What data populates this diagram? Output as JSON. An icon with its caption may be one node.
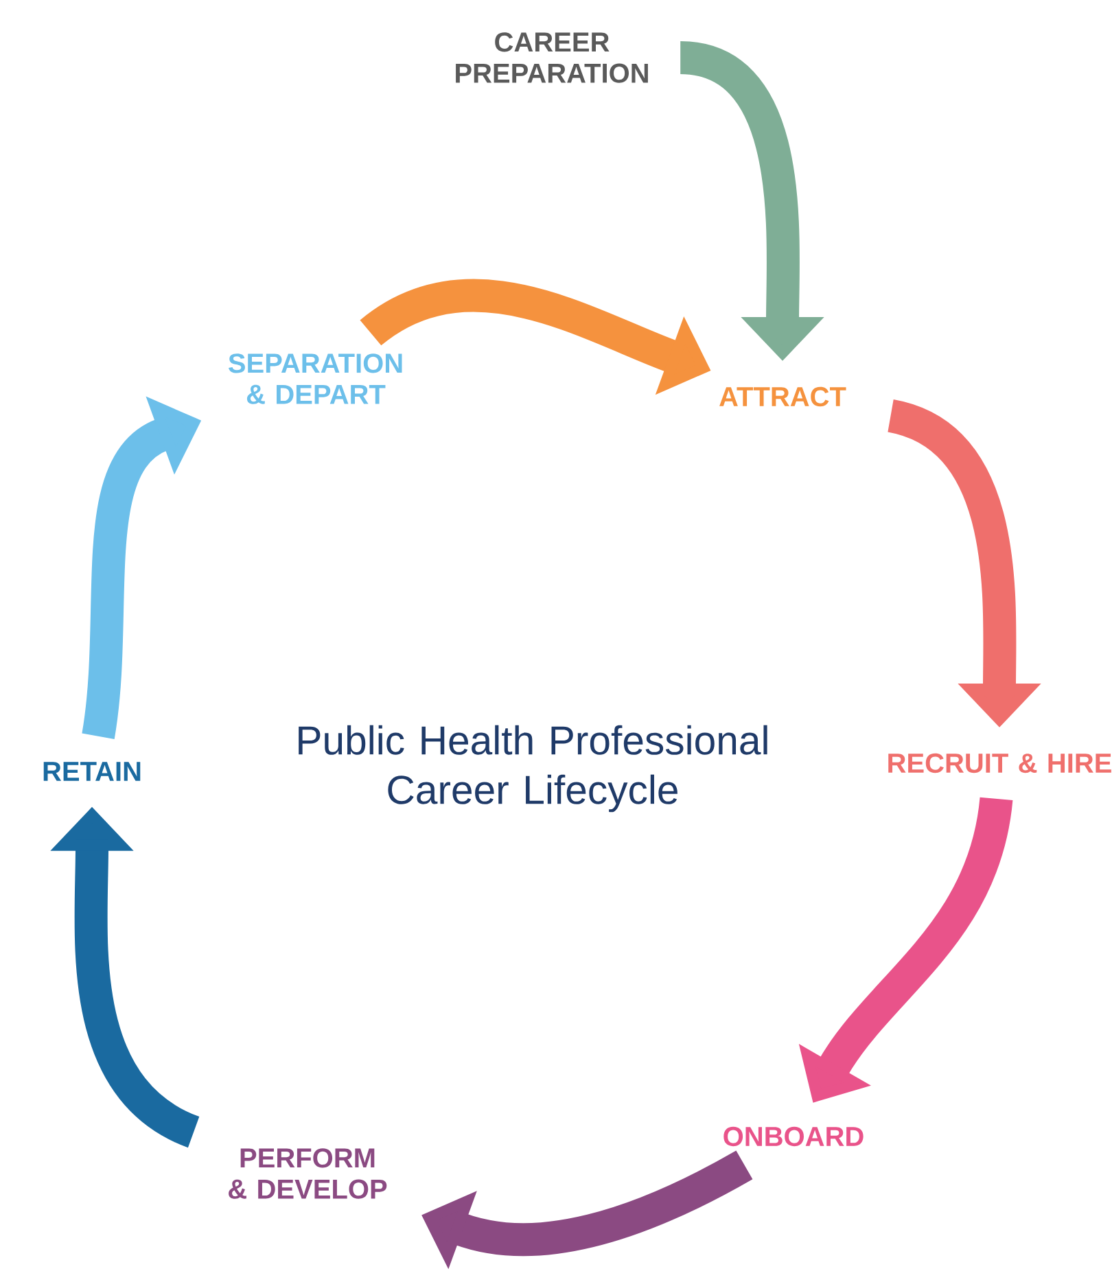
{
  "diagram": {
    "title": "Public Health Professional Career Lifecycle",
    "nodes": [
      {
        "text": [
          "CAREER PREPARATION"
        ]
      },
      {
        "text": [
          "ATTRACT"
        ]
      },
      {
        "text": [
          "RECRUIT & HIRE"
        ]
      },
      {
        "text": [
          "ONBOARD"
        ]
      },
      {
        "text": [
          "PERFORM & DEVELOP"
        ]
      },
      {
        "text": [
          "RETAIN"
        ]
      },
      {
        "text": [
          "SEPARATION & DEPART"
        ]
      }
    ],
    "edges": [
      {
        "from": 0,
        "to": 1,
        "arrow": "to",
        "color": "#7fae96"
      },
      {
        "from": 6,
        "to": 1,
        "arrow": "to",
        "color": "#f5923e"
      },
      {
        "from": 1,
        "to": 2,
        "arrow": "to",
        "color": "#ef6f6c"
      },
      {
        "from": 2,
        "to": 3,
        "arrow": "to",
        "color": "#e9538a"
      },
      {
        "from": 3,
        "to": 4,
        "arrow": "to",
        "color": "#8b4a82"
      },
      {
        "from": 4,
        "to": 5,
        "arrow": "to",
        "color": "#1a6aa0"
      },
      {
        "from": 5,
        "to": 6,
        "arrow": "to",
        "color": "#6cbfea"
      }
    ]
  }
}
